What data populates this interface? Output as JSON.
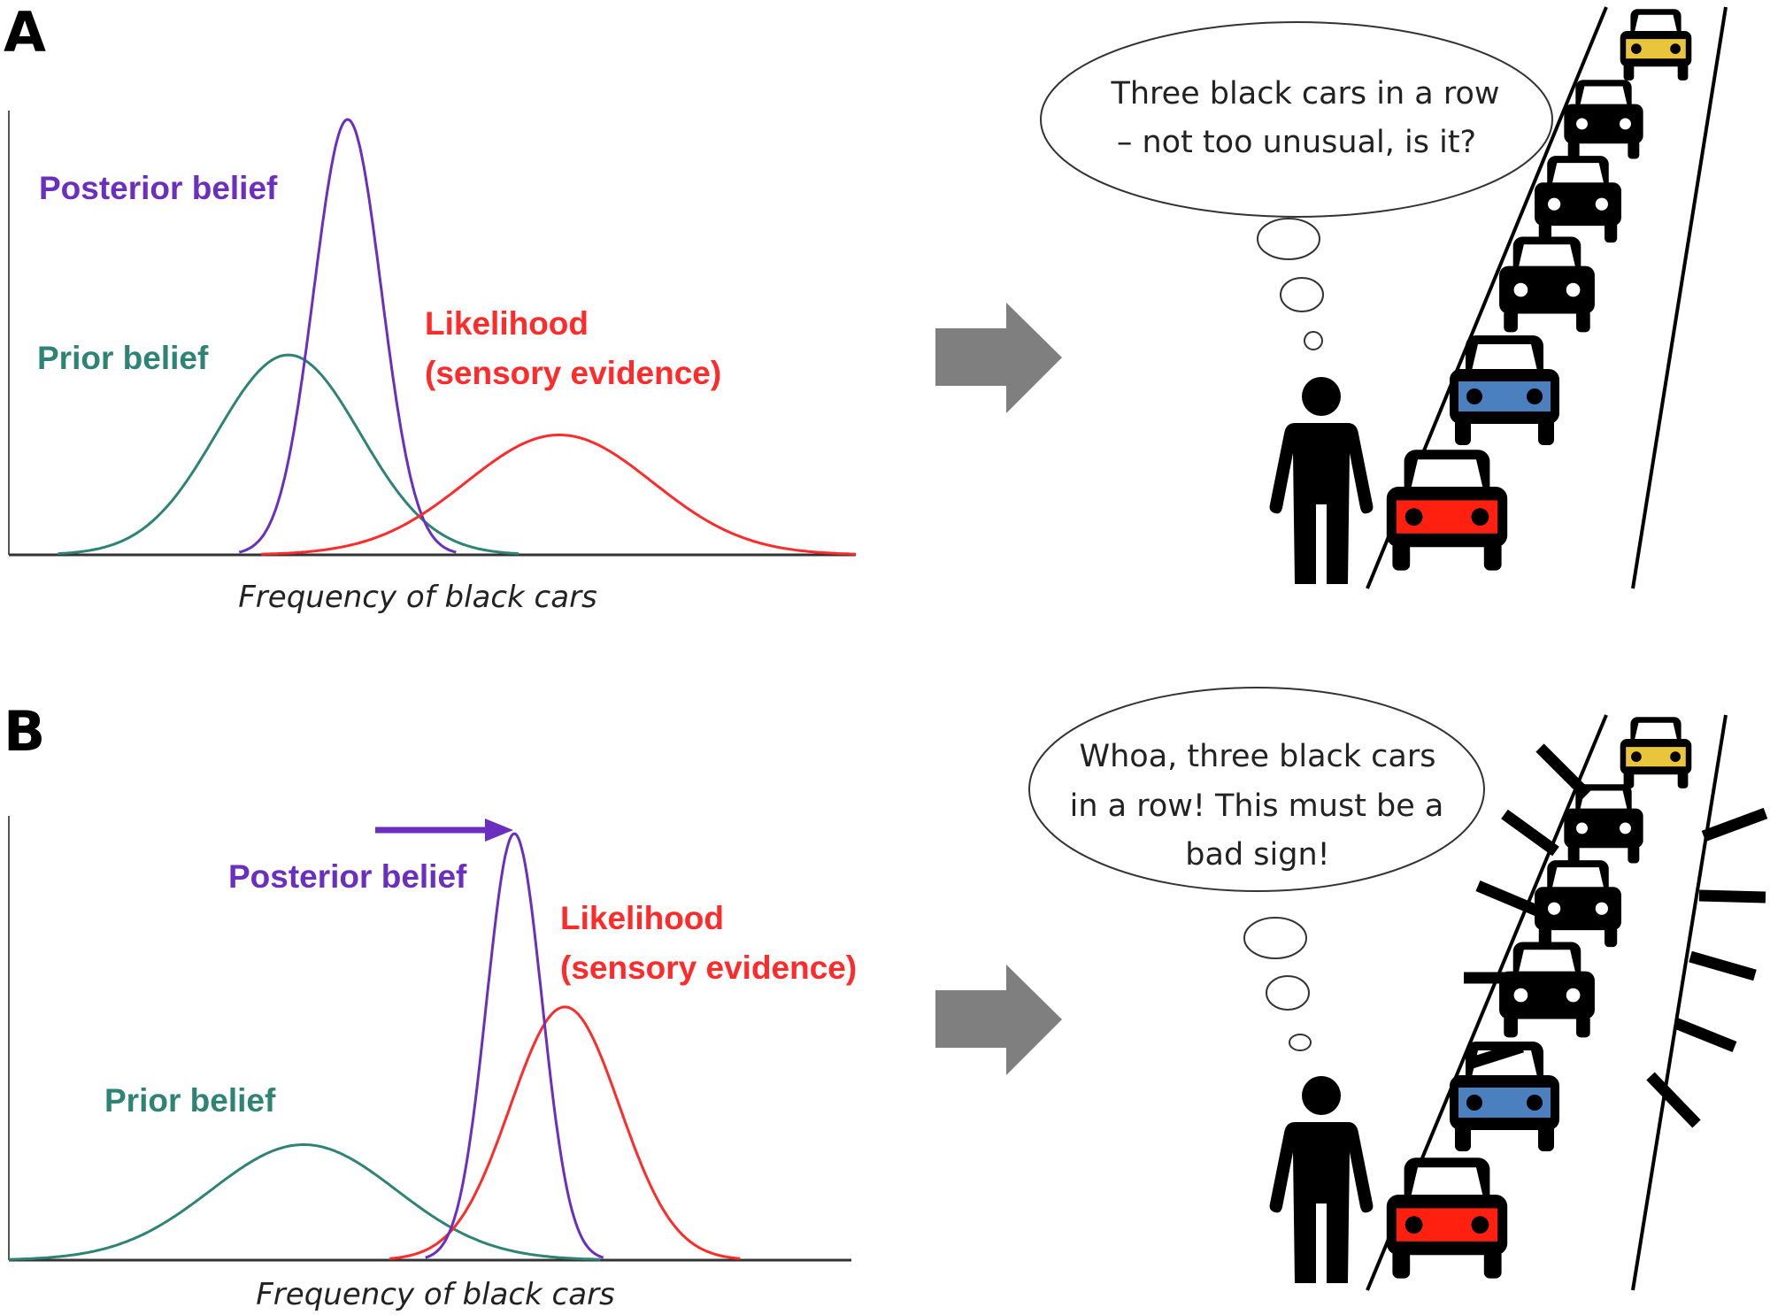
{
  "colors": {
    "prior": "#2e8474",
    "posterior": "#6a2fbf",
    "likelihood": "#ff2a2a",
    "arrow": "#7f7f7f",
    "car_yellow": "#e8c53a",
    "car_blue": "#4a7fc0",
    "car_red": "#ff2010",
    "car_black": "#000000"
  },
  "panels": [
    {
      "letter": "A",
      "labels": {
        "posterior": "Posterior belief",
        "prior": "Prior belief",
        "likelihood_line1": "Likelihood",
        "likelihood_line2": "(sensory evidence)"
      },
      "xlabel": "Frequency of black cars",
      "thought_lines": [
        "Three black cars in a row",
        "– not too unusual, is it?"
      ],
      "car_colors": [
        "yellow",
        "black",
        "black",
        "black",
        "blue",
        "red"
      ],
      "alarm_marks": false
    },
    {
      "letter": "B",
      "labels": {
        "posterior": "Posterior belief",
        "prior": "Prior belief",
        "likelihood_line1": "Likelihood",
        "likelihood_line2": "(sensory evidence)"
      },
      "xlabel": "Frequency of black cars",
      "thought_lines": [
        "Whoa, three black cars",
        "in a row! This must be a",
        "bad sign!"
      ],
      "car_colors": [
        "yellow",
        "black",
        "black",
        "black",
        "blue",
        "red"
      ],
      "alarm_marks": true,
      "posterior_shift_arrow": "right"
    }
  ],
  "chart_data": [
    {
      "type": "line",
      "title": "A",
      "xlabel": "Frequency of black cars",
      "ylabel": "",
      "xlim": [
        0,
        1
      ],
      "ylim": [
        0,
        1
      ],
      "grid": false,
      "series": [
        {
          "name": "Prior belief",
          "kind": "gaussian",
          "mean": 0.33,
          "sd": 0.085,
          "peak": 0.45
        },
        {
          "name": "Posterior belief",
          "kind": "gaussian",
          "mean": 0.4,
          "sd": 0.04,
          "peak": 0.98
        },
        {
          "name": "Likelihood (sensory evidence)",
          "kind": "gaussian",
          "mean": 0.65,
          "sd": 0.11,
          "peak": 0.27
        }
      ]
    },
    {
      "type": "line",
      "title": "B",
      "xlabel": "Frequency of black cars",
      "ylabel": "",
      "xlim": [
        0,
        1
      ],
      "ylim": [
        0,
        1
      ],
      "grid": false,
      "series": [
        {
          "name": "Prior belief",
          "kind": "gaussian",
          "mean": 0.35,
          "sd": 0.11,
          "peak": 0.26
        },
        {
          "name": "Posterior belief",
          "kind": "gaussian",
          "mean": 0.6,
          "sd": 0.033,
          "peak": 0.96
        },
        {
          "name": "Likelihood (sensory evidence)",
          "kind": "gaussian",
          "mean": 0.66,
          "sd": 0.065,
          "peak": 0.57
        }
      ]
    }
  ]
}
